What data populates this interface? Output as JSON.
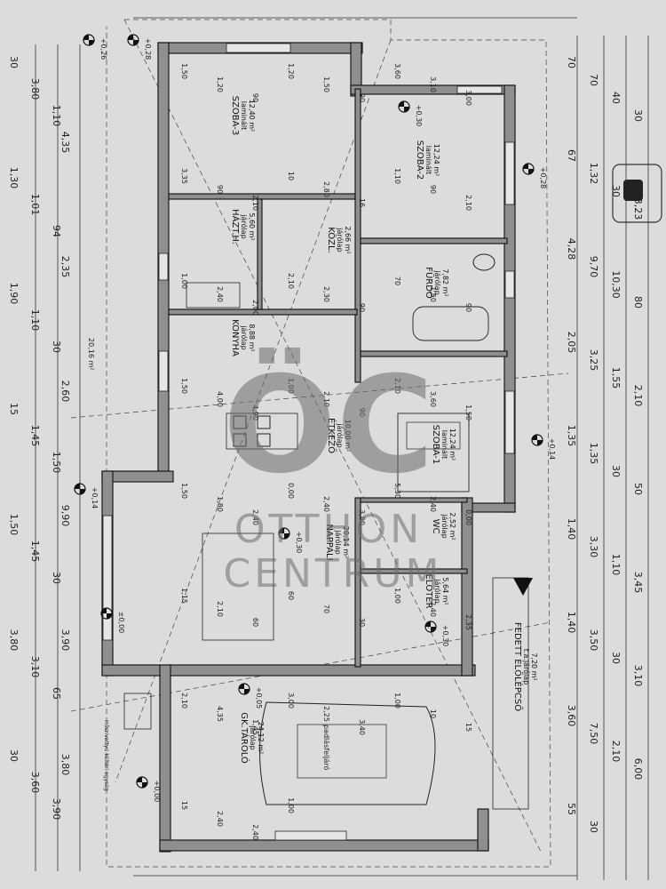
{
  "rooms": [
    {
      "id": "szoba3",
      "name": "SZOBA-3",
      "floor": "laminált",
      "area": "12,40 m²",
      "elev": "+0,28"
    },
    {
      "id": "szoba2",
      "name": "SZOBA-2",
      "floor": "laminált",
      "area": "12,24 m²",
      "elev": "+0,30"
    },
    {
      "id": "hazt",
      "name": "HÁZT.H.",
      "floor": "járólap",
      "area": "5,60 m²",
      "elev": ""
    },
    {
      "id": "kozl",
      "name": "KÖZL.",
      "floor": "járólap",
      "area": "2,66 m²",
      "elev": ""
    },
    {
      "id": "furdo",
      "name": "FÜRDŐ",
      "floor": "járólap",
      "area": "7,82 m²",
      "elev": ""
    },
    {
      "id": "konyha",
      "name": "KONYHA",
      "floor": "járólap",
      "area": "8,88 m²",
      "elev": ""
    },
    {
      "id": "etkezo",
      "name": "ÉTKEZŐ",
      "floor": "járólap",
      "area": "10,00 m²",
      "elev": ""
    },
    {
      "id": "szoba1",
      "name": "SZOBA-1",
      "floor": "laminált",
      "area": "12,24 m²",
      "elev": "+0,14"
    },
    {
      "id": "wc",
      "name": "WC",
      "floor": "járólap",
      "area": "2,52 m²",
      "elev": ""
    },
    {
      "id": "nappali",
      "name": "NAPPALI",
      "floor": "járólap",
      "area": "20,14 m²",
      "elev": "+0,30"
    },
    {
      "id": "eloter",
      "name": "ELŐTÉR",
      "floor": "járólap",
      "area": "5,64 m²",
      "elev": "+0,30"
    },
    {
      "id": "fedett",
      "name": "FEDETT ELŐLÉPCSŐ",
      "floor": "t.a.járólap",
      "area": "7,20 m²",
      "elev": ""
    },
    {
      "id": "garazs",
      "name": "GK.TÁROLÓ",
      "floor": "járólap",
      "area": "24,12 m²",
      "elev": "+0,05"
    }
  ],
  "elevations": [
    "+0,26",
    "+0,28",
    "+0,28",
    "+0,30",
    "+0,30",
    "+0,14",
    "+0,14",
    "+0,30",
    "+0,00",
    "±0,00",
    "+0,05"
  ],
  "terrace_area": "20,16 m²",
  "car_label": "padlásfeljáró",
  "meter_label": "Hőszivattyú kültéri egység",
  "watermark": {
    "logo": "ÖC",
    "line1": "OTTHON",
    "line2": "CENTRUM"
  },
  "dims_left_outer": [
    "30",
    "3,80",
    "1,10",
    "1,30",
    "1,01",
    "94",
    "1,90",
    "1,10",
    "30",
    "15",
    "1,45",
    "1,50",
    "1,50",
    "1,45",
    "30",
    "3,80",
    "3,10",
    "65",
    "30",
    "3,60",
    "3,90"
  ],
  "dims_left_inner": [
    "4,35",
    "2,35",
    "2,60",
    "9,90",
    "3,90",
    "3,80"
  ],
  "dims_right_outer": [
    "70",
    "70",
    "40",
    "30",
    "67",
    "1,32",
    "30",
    "3,23",
    "4,28",
    "9,70",
    "10,30",
    "80",
    "2,05",
    "3,25",
    "1,55",
    "2,10",
    "1,35",
    "1,35",
    "30",
    "50",
    "1,40",
    "3,30",
    "1,10",
    "3,45",
    "1,40",
    "3,50",
    "30",
    "3,10",
    "3,60",
    "7,50",
    "2,10",
    "6,00",
    "55",
    "30"
  ],
  "dims_interior": [
    "1,50",
    "1,20",
    "90",
    "1,20",
    "1,50",
    "90",
    "3,60",
    "3,10",
    "3,00",
    "3,35",
    "90",
    "2,10",
    "10",
    "2,80",
    "16",
    "1,10",
    "90",
    "2,10",
    "1,00",
    "2,40",
    "2,00",
    "2,10",
    "2,30",
    "90",
    "70",
    "1,50",
    "90",
    "1,50",
    "4,00",
    "4,90",
    "1,00",
    "2,10",
    "90",
    "2,10",
    "3,60",
    "1,50",
    "1,50",
    "1,80",
    "2,40",
    "0,00",
    "2,40",
    "3,80",
    "5,30",
    "2,40",
    "0,00",
    "1,15",
    "2,10",
    "60",
    "60",
    "70",
    "30",
    "1,00",
    "2,40",
    "2,35",
    "2,10",
    "4,35",
    "1,45",
    "3,00",
    "2,25",
    "3,40",
    "1,00",
    "10",
    "15",
    "15",
    "2,40",
    "2,40",
    "1,00"
  ]
}
